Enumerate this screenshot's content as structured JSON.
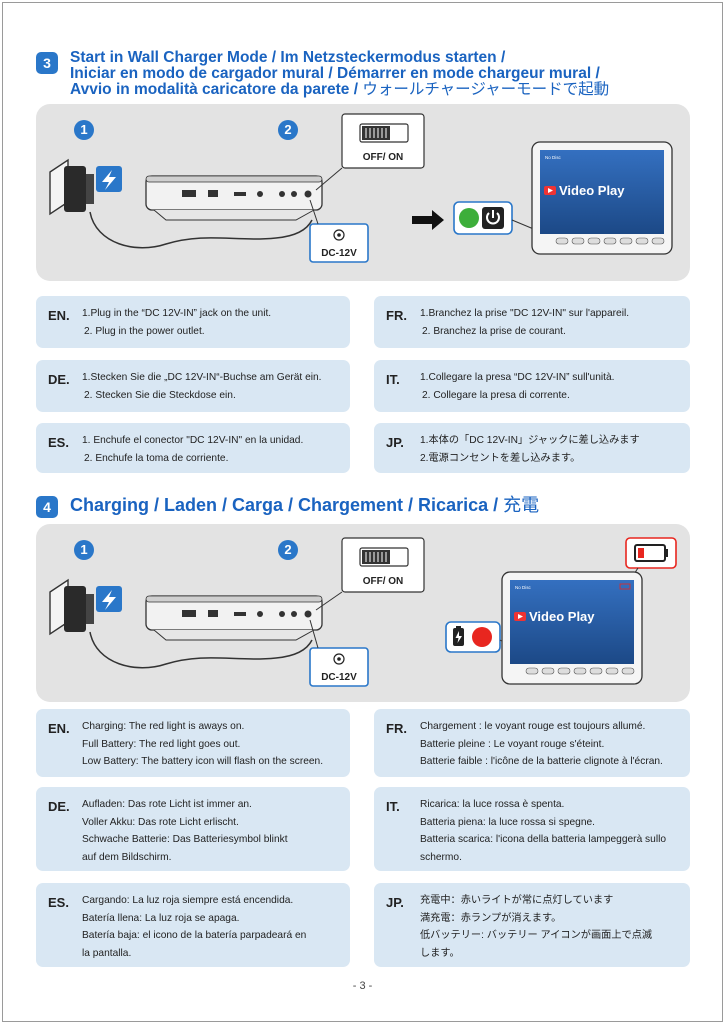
{
  "section3": {
    "number": "3",
    "title_line1": "Start in Wall Charger Mode / Im Netzsteckermodus starten /",
    "title_line2": "Iniciar en modo de cargador mural / Démarrer en mode chargeur mural /",
    "title_line3_bold": "Avvio in modalità caricatore da parete / ",
    "title_line3_jp": "ウォールチャージャーモードで起動",
    "step1": "1",
    "step2": "2",
    "switch_label": "OFF/  ON",
    "jack_label": "DC-12V",
    "screen_text": "Video Play",
    "screen_small": "No Disc",
    "instructions": {
      "en": {
        "code": "EN.",
        "lines": [
          "1.Plug in the “DC 12V-IN” jack on the unit.",
          "2. Plug in the power outlet."
        ]
      },
      "fr": {
        "code": "FR.",
        "lines": [
          "1.Branchez la prise \"DC 12V-IN\" sur l'appareil.",
          "2. Branchez la prise de courant."
        ]
      },
      "de": {
        "code": "DE.",
        "lines": [
          "1.Stecken Sie die „DC 12V-IN“-Buchse am Gerät ein.",
          "2. Stecken Sie die Steckdose ein."
        ]
      },
      "it": {
        "code": "IT.",
        "lines": [
          "1.Collegare la presa “DC 12V-IN” sull'unità.",
          "2. Collegare la presa di corrente."
        ]
      },
      "es": {
        "code": "ES.",
        "lines": [
          "1. Enchufe el conector \"DC 12V-IN\" en la unidad.",
          "2. Enchufe la toma de corriente."
        ]
      },
      "jp": {
        "code": "JP.",
        "lines": [
          "1.本体の「DC 12V-IN」ジャックに差し込みます",
          "2.電源コンセントを差し込みます。"
        ]
      }
    }
  },
  "section4": {
    "number": "4",
    "title_bold": "Charging / Laden / Carga / Chargement / Ricarica / ",
    "title_jp": "充電",
    "step1": "1",
    "step2": "2",
    "switch_label": "OFF/  ON",
    "jack_label": "DC-12V",
    "screen_text": "Video Play",
    "screen_small": "No Disc",
    "instructions": {
      "en": {
        "code": "EN.",
        "lines": [
          "Charging: The red light is aways on.",
          "Full Battery: The red light goes out.",
          "Low Battery: The battery icon will flash on the screen."
        ]
      },
      "fr": {
        "code": "FR.",
        "lines": [
          "Chargement : le voyant rouge est toujours allumé.",
          "Batterie pleine : Le voyant rouge s'éteint.",
          "Batterie faible : l'icône de la batterie clignote à l'écran."
        ]
      },
      "de": {
        "code": "DE.",
        "lines": [
          "Aufladen: Das rote Licht ist immer an.",
          "Voller Akku: Das rote Licht erlischt.",
          "Schwache Batterie: Das Batteriesymbol blinkt",
          "auf dem Bildschirm."
        ]
      },
      "it": {
        "code": "IT.",
        "lines": [
          "Ricarica: la luce rossa è spenta.",
          "Batteria piena: la luce rossa si spegne.",
          "Batteria scarica: l'icona della batteria lampeggerà sullo",
          "schermo."
        ]
      },
      "es": {
        "code": "ES.",
        "lines": [
          "Cargando: La luz roja siempre está encendida.",
          "Batería llena: La luz roja se apaga.",
          "Batería baja: el icono de la batería parpadeará en",
          "la pantalla."
        ]
      },
      "jp": {
        "code": "JP.",
        "lines": [
          "充電中：赤いライトが常に点灯しています",
          "満充電：赤ランプが消えます。",
          "低バッテリー: バッテリー アイコンが画面上で点滅",
          "します。"
        ]
      }
    }
  },
  "footer": {
    "page": "- 3 -"
  },
  "colors": {
    "accent": "#2a77c9",
    "box": "#d9e7f3",
    "illus_bg": "#e3e3e3",
    "red": "#e8261f",
    "green": "#3dae3a"
  }
}
